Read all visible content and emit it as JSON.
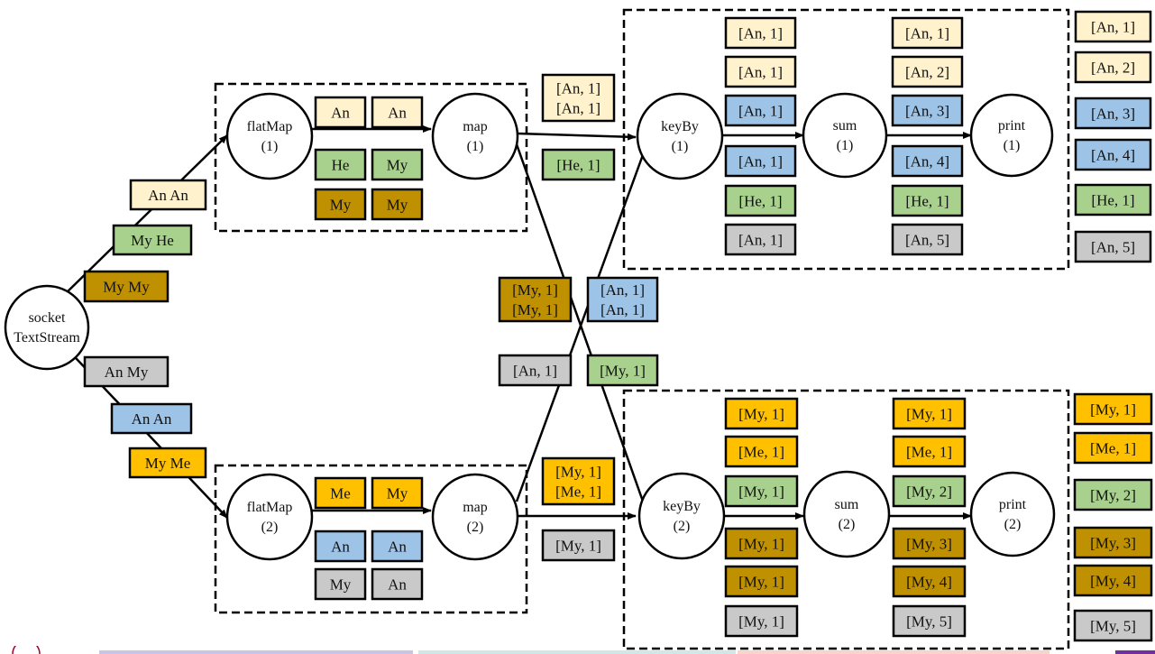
{
  "colors": {
    "cream": "#fff2cc",
    "green": "#a9d18e",
    "olive": "#bf9000",
    "blue": "#9dc3e6",
    "gray": "#c9c9c9",
    "orange": "#ffc000",
    "stroke": "#000000",
    "footer_purple": "#c9c3e6",
    "footer_teal": "#cfe8e8",
    "footer_peach": "#f8d5c8",
    "footer_violet": "#7030a0"
  },
  "source": {
    "line1": "socket",
    "line2": "TextStream"
  },
  "sentences": [
    "An An",
    "My He",
    "My My",
    "An My",
    "An An",
    "My Me"
  ],
  "operators": {
    "flatmap1": {
      "line1": "flatMap",
      "line2": "(1)"
    },
    "flatmap2": {
      "line1": "flatMap",
      "line2": "(2)"
    },
    "map1": {
      "line1": "map",
      "line2": "(1)"
    },
    "map2": {
      "line1": "map",
      "line2": "(2)"
    },
    "keyby1": {
      "line1": "keyBy",
      "line2": "(1)"
    },
    "keyby2": {
      "line1": "keyBy",
      "line2": "(2)"
    },
    "sum1": {
      "line1": "sum",
      "line2": "(1)"
    },
    "sum2": {
      "line1": "sum",
      "line2": "(2)"
    },
    "print1": {
      "line1": "print",
      "line2": "(1)"
    },
    "print2": {
      "line1": "print",
      "line2": "(2)"
    }
  },
  "words1": [
    "An",
    "An",
    "He",
    "My",
    "My",
    "My"
  ],
  "words2": [
    "Me",
    "My",
    "An",
    "An",
    "My",
    "An"
  ],
  "transfer": {
    "map1_out_a": {
      "line1": "[An, 1]",
      "line2": "[An, 1]"
    },
    "map1_out_b": "[He, 1]",
    "map2_out_a": {
      "line1": "[My, 1]",
      "line2": "[Me, 1]"
    },
    "map2_out_b": "[My, 1]",
    "cross_my": {
      "line1": "[My, 1]",
      "line2": "[My, 1]"
    },
    "cross_an": {
      "line1": "[An, 1]",
      "line2": "[An, 1]"
    },
    "cross_an_single": "[An, 1]",
    "cross_my_single": "[My, 1]"
  },
  "keyby1_tuples": [
    "[An, 1]",
    "[An, 1]",
    "[An, 1]",
    "[An, 1]",
    "[He, 1]",
    "[An, 1]"
  ],
  "sum1_tuples": [
    "[An, 1]",
    "[An, 2]",
    "[An, 3]",
    "[An, 4]",
    "[He, 1]",
    "[An, 5]"
  ],
  "print1_tuples": [
    "[An, 1]",
    "[An, 2]",
    "[An, 3]",
    "[An, 4]",
    "[He, 1]",
    "[An, 5]"
  ],
  "keyby2_tuples": [
    "[My, 1]",
    "[Me, 1]",
    "[My, 1]",
    "[My, 1]",
    "[My, 1]",
    "[My, 1]"
  ],
  "sum2_tuples": [
    "[My, 1]",
    "[Me, 1]",
    "[My, 2]",
    "[My, 3]",
    "[My, 4]",
    "[My, 5]"
  ],
  "print2_tuples": [
    "[My, 1]",
    "[Me, 1]",
    "[My, 2]",
    "[My, 3]",
    "[My, 4]",
    "[My, 5]"
  ]
}
